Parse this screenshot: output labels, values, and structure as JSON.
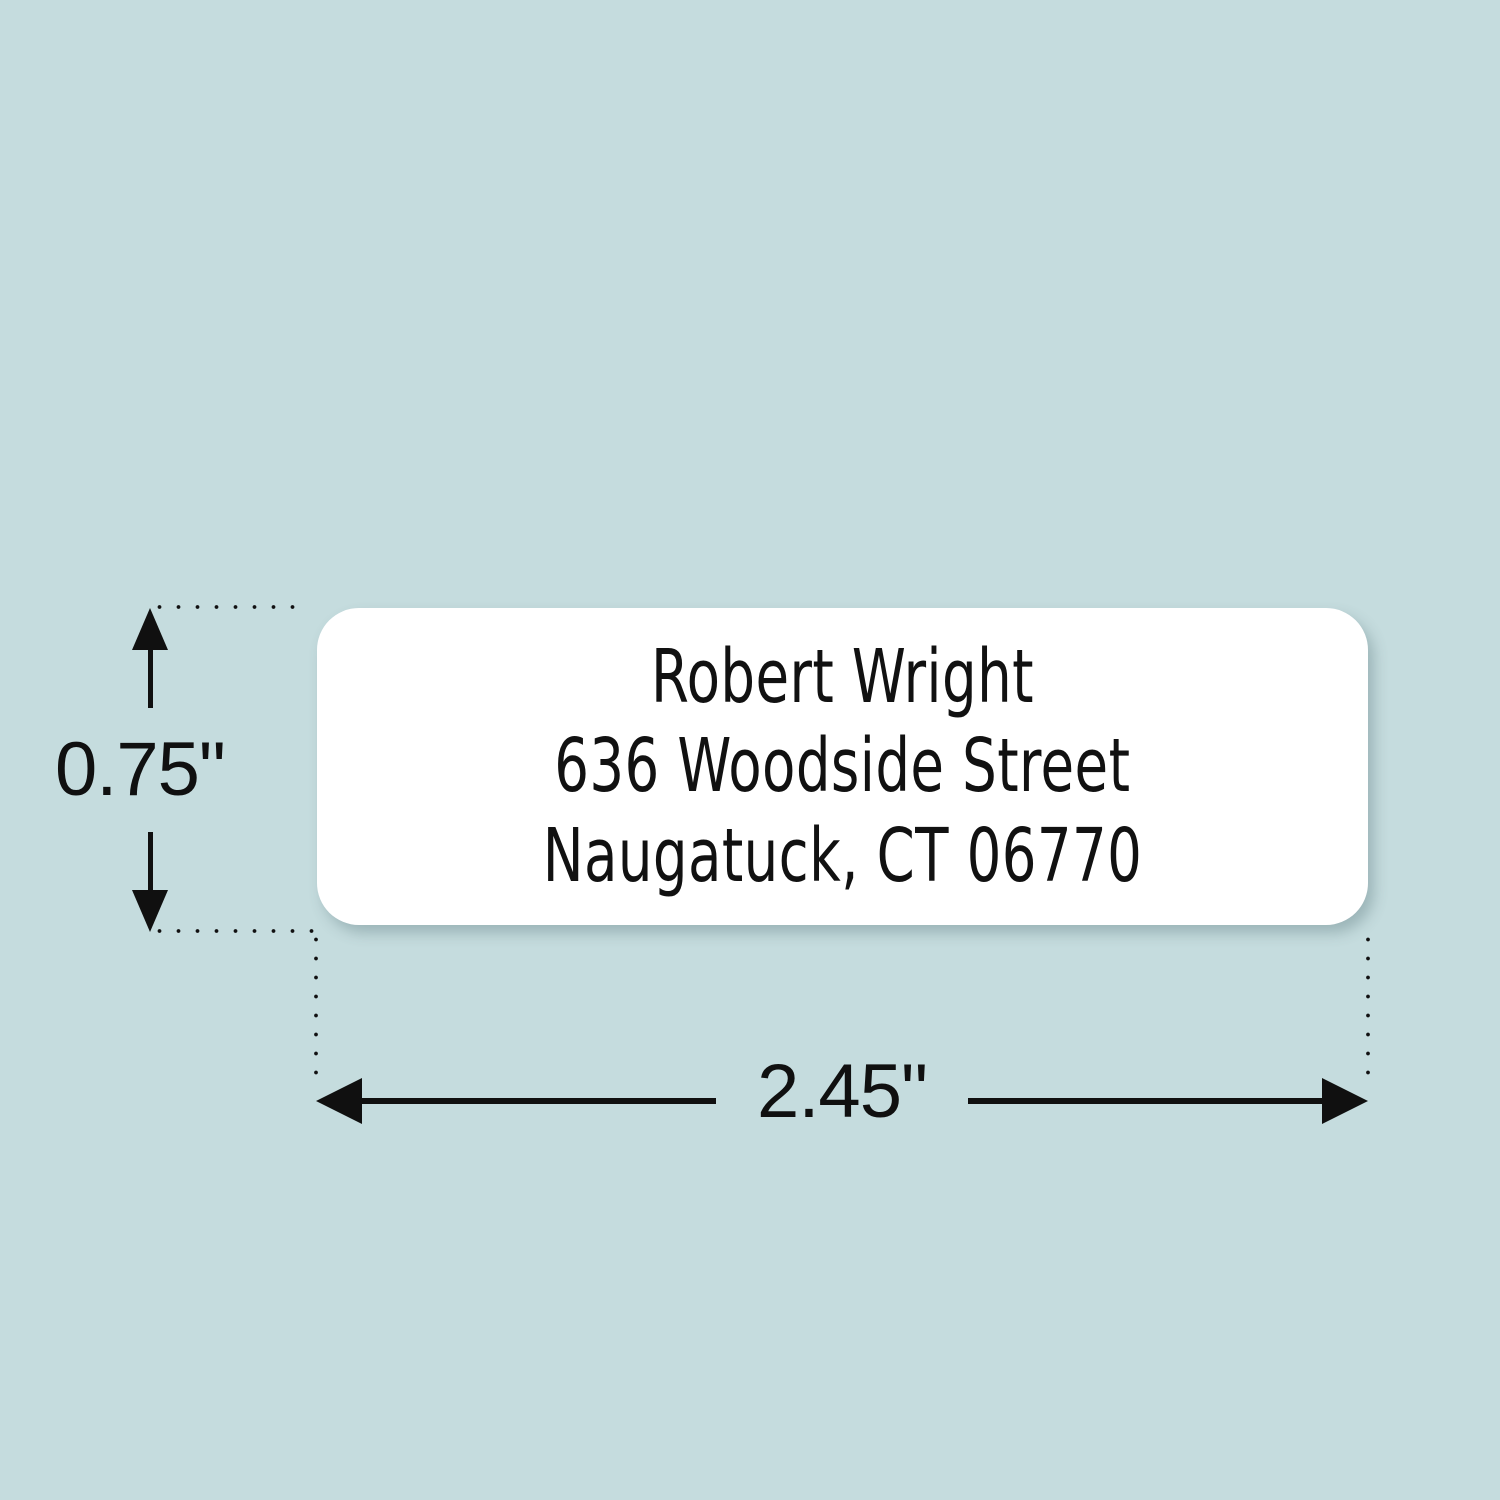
{
  "canvas": {
    "background_color": "#c5dcde",
    "ink_color": "#101010"
  },
  "label": {
    "background_color": "#ffffff",
    "address_lines": [
      "Robert Wright",
      "636 Woodside Street",
      "Naugatuck, CT 06770"
    ],
    "name": "Robert Wright",
    "street": "636 Woodside Street",
    "city_state_zip": "Naugatuck, CT 06770"
  },
  "dimensions": {
    "height_label": "0.75\"",
    "width_label": "2.45\"",
    "unit": "inches"
  }
}
